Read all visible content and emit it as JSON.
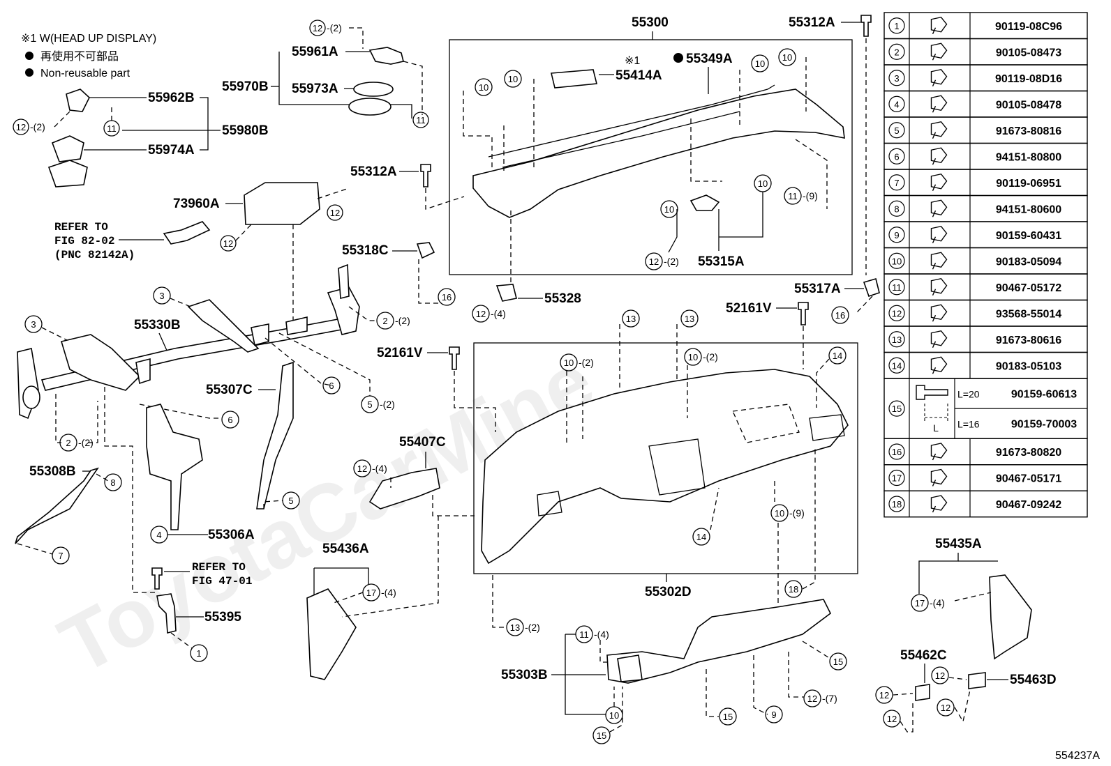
{
  "watermark": "ToyotaCarMine",
  "footnote": {
    "line1": "※1  W(HEAD UP DISPLAY)",
    "line2": "再使用不可部品",
    "line3": "Non-reusable part"
  },
  "refers": {
    "fig82_l1": "REFER TO",
    "fig82_l2": "FIG 82-02",
    "fig82_l3": "(PNC 82142A)",
    "fig47_l1": "REFER TO",
    "fig47_l2": "FIG 47-01"
  },
  "parts": {
    "p55300": "55300",
    "p55312A_top": "55312A",
    "p55312A_mid": "55312A",
    "p55961A": "55961A",
    "p55970B": "55970B",
    "p55973A": "55973A",
    "p55962B": "55962B",
    "p55980B": "55980B",
    "p55974A": "55974A",
    "p55414A": "55414A",
    "p55414A_mark": "※1",
    "p55349A": "55349A",
    "p73960A": "73960A",
    "p55318C": "55318C",
    "p55315A": "55315A",
    "p55317A": "55317A",
    "p55328": "55328",
    "p52161V_a": "52161V",
    "p52161V_b": "52161V",
    "p55330B": "55330B",
    "p55307C": "55307C",
    "p55407C": "55407C",
    "p55308B": "55308B",
    "p55306A": "55306A",
    "p55395": "55395",
    "p55436A": "55436A",
    "p55302D": "55302D",
    "p55435A": "55435A",
    "p55303B": "55303B",
    "p55462C": "55462C",
    "p55463D": "55463D"
  },
  "callouts": {
    "c12_2_top": "12",
    "q12_2_top": "-(2)",
    "c11_a": "11",
    "c12_2_left": "12",
    "q12_2_left": "-(2)",
    "c11_b": "11",
    "c12_a": "12",
    "c12_b": "12",
    "c10_a": "10",
    "c10_b": "10",
    "c10_c": "10",
    "c10_d": "10",
    "c11_9": "11",
    "q11_9": "-(9)",
    "c10_e": "10",
    "c10_f": "10",
    "c12_2_mid": "12",
    "q12_2_mid": "-(2)",
    "c16_a": "16",
    "c12_4_a": "12",
    "q12_4_a": "-(4)",
    "c16_b": "16",
    "c3_a": "3",
    "c3_b": "3",
    "c2_2_a": "2",
    "q2_2_a": "-(2)",
    "c13_a": "13",
    "c13_b": "13",
    "c10_2_a": "10",
    "q10_2_a": "-(2)",
    "c10_2_b": "10",
    "q10_2_b": "-(2)",
    "c14_a": "14",
    "c6_a": "6",
    "c5_2": "5",
    "q5_2": "-(2)",
    "c6_b": "6",
    "c2_2_b": "2",
    "q2_2_b": "-(2)",
    "c8": "8",
    "c7": "7",
    "c5_b": "5",
    "c4": "4",
    "c12_4_b": "12",
    "q12_4_b": "-(4)",
    "c14_b": "14",
    "c10_9": "10",
    "q10_9": "-(9)",
    "c18": "18",
    "c1": "1",
    "c17_4_a": "17",
    "q17_4_a": "-(4)",
    "c13_2": "13",
    "q13_2": "-(2)",
    "c11_4": "11",
    "q11_4": "-(4)",
    "c10_g": "10",
    "c15_a": "15",
    "c15_b": "15",
    "c15_c": "15",
    "c9": "9",
    "c12_7": "12",
    "q12_7": "-(7)",
    "c17_4_b": "17",
    "q17_4_b": "-(4)",
    "c12_c": "12",
    "c12_d": "12",
    "c12_e": "12",
    "c12_f": "12"
  },
  "fastener_table": [
    {
      "no": "1",
      "part": "90119-08C96"
    },
    {
      "no": "2",
      "part": "90105-08473"
    },
    {
      "no": "3",
      "part": "90119-08D16"
    },
    {
      "no": "4",
      "part": "90105-08478"
    },
    {
      "no": "5",
      "part": "91673-80816"
    },
    {
      "no": "6",
      "part": "94151-80800"
    },
    {
      "no": "7",
      "part": "90119-06951"
    },
    {
      "no": "8",
      "part": "94151-80600"
    },
    {
      "no": "9",
      "part": "90159-60431"
    },
    {
      "no": "10",
      "part": "90183-05094"
    },
    {
      "no": "11",
      "part": "90467-05172"
    },
    {
      "no": "12",
      "part": "93568-55014"
    },
    {
      "no": "13",
      "part": "91673-80616"
    },
    {
      "no": "14",
      "part": "90183-05103"
    },
    {
      "no": "16",
      "part": "91673-80820"
    },
    {
      "no": "17",
      "part": "90467-05171"
    },
    {
      "no": "18",
      "part": "90467-09242"
    }
  ],
  "fastener_15": {
    "no": "15",
    "l20": "L=20",
    "part_l20": "90159-60613",
    "l16": "L=16",
    "part_l16": "90159-70003",
    "dim": "L"
  },
  "figure_id": "554237A"
}
